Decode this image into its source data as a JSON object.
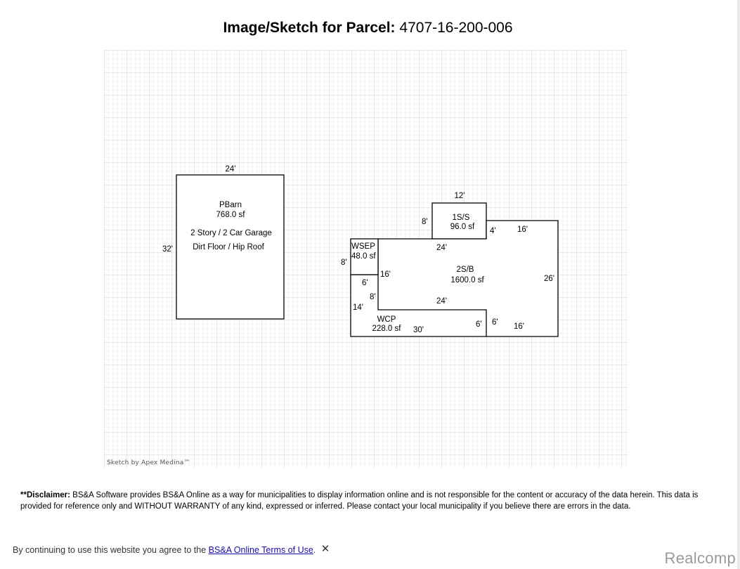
{
  "header": {
    "title_label": "Image/Sketch for Parcel:",
    "parcel_number": "4707-16-200-006"
  },
  "sketch": {
    "credit": "Sketch by Apex Medina™",
    "pbarn": {
      "name": "PBarn",
      "area": "768.0 sf",
      "note1": "2 Story / 2 Car Garage",
      "note2": "Dirt Floor / Hip Roof",
      "dim_top": "24'",
      "dim_left": "32'"
    },
    "one_s": {
      "name": "1S/S",
      "area": "96.0 sf",
      "dim_top": "12'",
      "dim_left": "8'"
    },
    "two_s": {
      "name": "2S/B",
      "area": "1600.0 sf",
      "dim_top_left": "24'",
      "dim_step": "4'",
      "dim_top_right": "16'",
      "dim_right": "26'",
      "dim_left_upper": "16'",
      "dim_left_lower": "8'",
      "dim_bottom_left": "24'",
      "dim_bottom_step": "6'",
      "dim_bottom_right": "16'"
    },
    "wsep": {
      "name": "WSEP",
      "area": "48.0 sf",
      "dim_left": "8'",
      "dim_bottom": "6'"
    },
    "wcp": {
      "name": "WCP",
      "area": "228.0 sf",
      "dim_left": "14'",
      "dim_bottom": "30'",
      "dim_right": "6'"
    }
  },
  "disclaimer": {
    "lead": "**Disclaimer:",
    "text": " BS&A Software provides BS&A Online as a way for municipalities to display information online and is not responsible for the content or accuracy of the data herein. This data is provided for reference only and WITHOUT WARRANTY of any kind, expressed or inferred. Please contact your local municipality if you believe there are errors in the data."
  },
  "terms": {
    "prefix": "By continuing to use this website you agree to the ",
    "link_label": "BS&A Online Terms of Use",
    "suffix": ".",
    "close_glyph": "✕"
  },
  "watermark": "Realcomp"
}
